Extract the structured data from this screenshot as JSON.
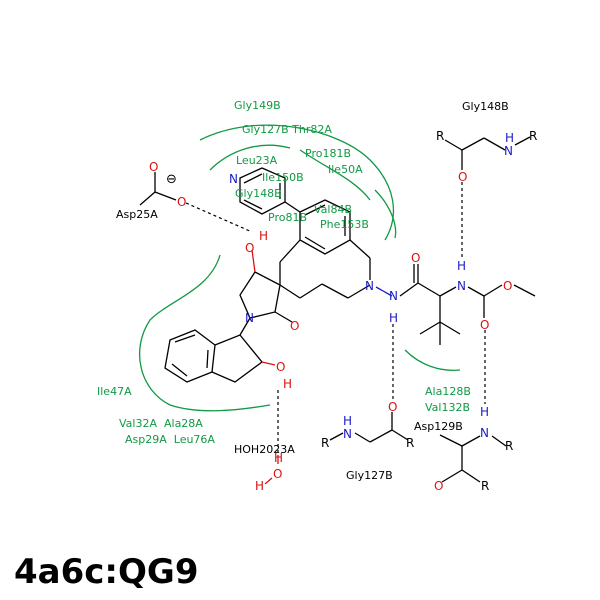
{
  "title": "4a6c:QG9",
  "residues": [
    {
      "id": "gly149b",
      "label": "Gly149B",
      "tone": "green"
    },
    {
      "id": "gly127b-thr82a",
      "label": "Gly127B Thr82A",
      "tone": "green"
    },
    {
      "id": "pro181b",
      "label": "Pro181B",
      "tone": "green"
    },
    {
      "id": "leu23a",
      "label": "Leu23A",
      "tone": "green"
    },
    {
      "id": "ile50a",
      "label": "Ile50A",
      "tone": "green"
    },
    {
      "id": "ile150b",
      "label": "Ile150B",
      "tone": "green"
    },
    {
      "id": "gly148b-green",
      "label": "Gly148B",
      "tone": "green"
    },
    {
      "id": "val84b",
      "label": "Val84B",
      "tone": "green"
    },
    {
      "id": "pro81b",
      "label": "Pro81B",
      "tone": "green"
    },
    {
      "id": "phe153b",
      "label": "Phe153B",
      "tone": "green"
    },
    {
      "id": "ile47a",
      "label": "Ile47A",
      "tone": "green"
    },
    {
      "id": "val32a-ala28a",
      "label": "Val32A  Ala28A",
      "tone": "green"
    },
    {
      "id": "asp29a-leu76a",
      "label": "Asp29A  Leu76A",
      "tone": "green"
    },
    {
      "id": "ala128b",
      "label": "Ala128B",
      "tone": "green"
    },
    {
      "id": "val132b",
      "label": "Val132B",
      "tone": "green"
    },
    {
      "id": "gly148b",
      "label": "Gly148B",
      "tone": "black"
    },
    {
      "id": "asp25a",
      "label": "Asp25A",
      "tone": "black"
    },
    {
      "id": "gly127b",
      "label": "Gly127B",
      "tone": "black"
    },
    {
      "id": "asp129b",
      "label": "Asp129B",
      "tone": "black"
    },
    {
      "id": "hoh2023a",
      "label": "HOH2023A",
      "tone": "black"
    }
  ],
  "atoms": {
    "nitrogen": "N",
    "oxygen": "O",
    "hydrogen": "H",
    "r_group": "R",
    "charge": "⊖"
  },
  "colors": {
    "hydrophobic_arc": "#119944",
    "residue_green": "#119944",
    "nitrogen": "#1a1acc",
    "oxygen": "#dd1111",
    "bond": "#000000"
  }
}
